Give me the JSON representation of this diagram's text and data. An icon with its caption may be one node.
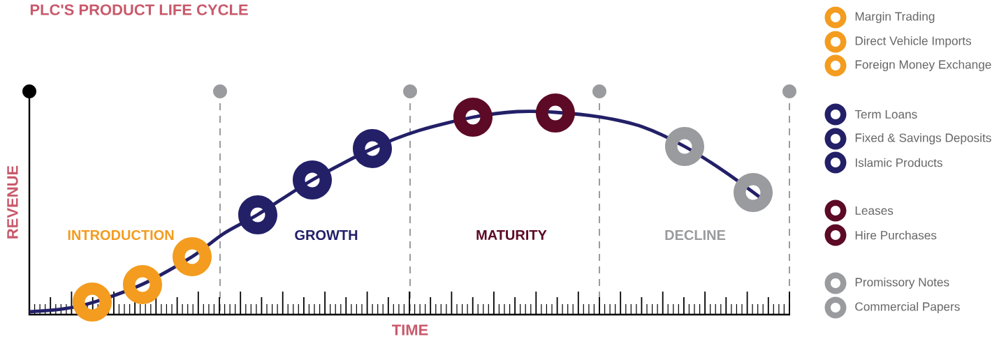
{
  "diagram": {
    "title": "PLC'S PRODUCT LIFE CYCLE",
    "labels": [
      "REVENUE",
      "INTRODUCTION",
      "GROWTH",
      "MATURITY",
      "DECLINE",
      "TIME"
    ],
    "legend": [
      {
        "text": "Margin Trading",
        "color": "#f39c1f"
      },
      {
        "text": "Direct Vehicle Imports",
        "color": "#f39c1f"
      },
      {
        "text": "Foreign Money Exchange",
        "color": "#f39c1f"
      },
      {
        "text": "Term Loans",
        "color": "#232068"
      },
      {
        "text": "Fixed & Savings Deposits",
        "color": "#232068"
      },
      {
        "text": "Islamic Products",
        "color": "#232068"
      },
      {
        "text": "Leases",
        "color": "#5c0a25"
      },
      {
        "text": "Hire Purchases",
        "color": "#5c0a25"
      },
      {
        "text": "Promissory Notes",
        "color": "#9a9b9e"
      },
      {
        "text": "Commercial Papers",
        "color": "#9a9b9e"
      }
    ]
  }
}
